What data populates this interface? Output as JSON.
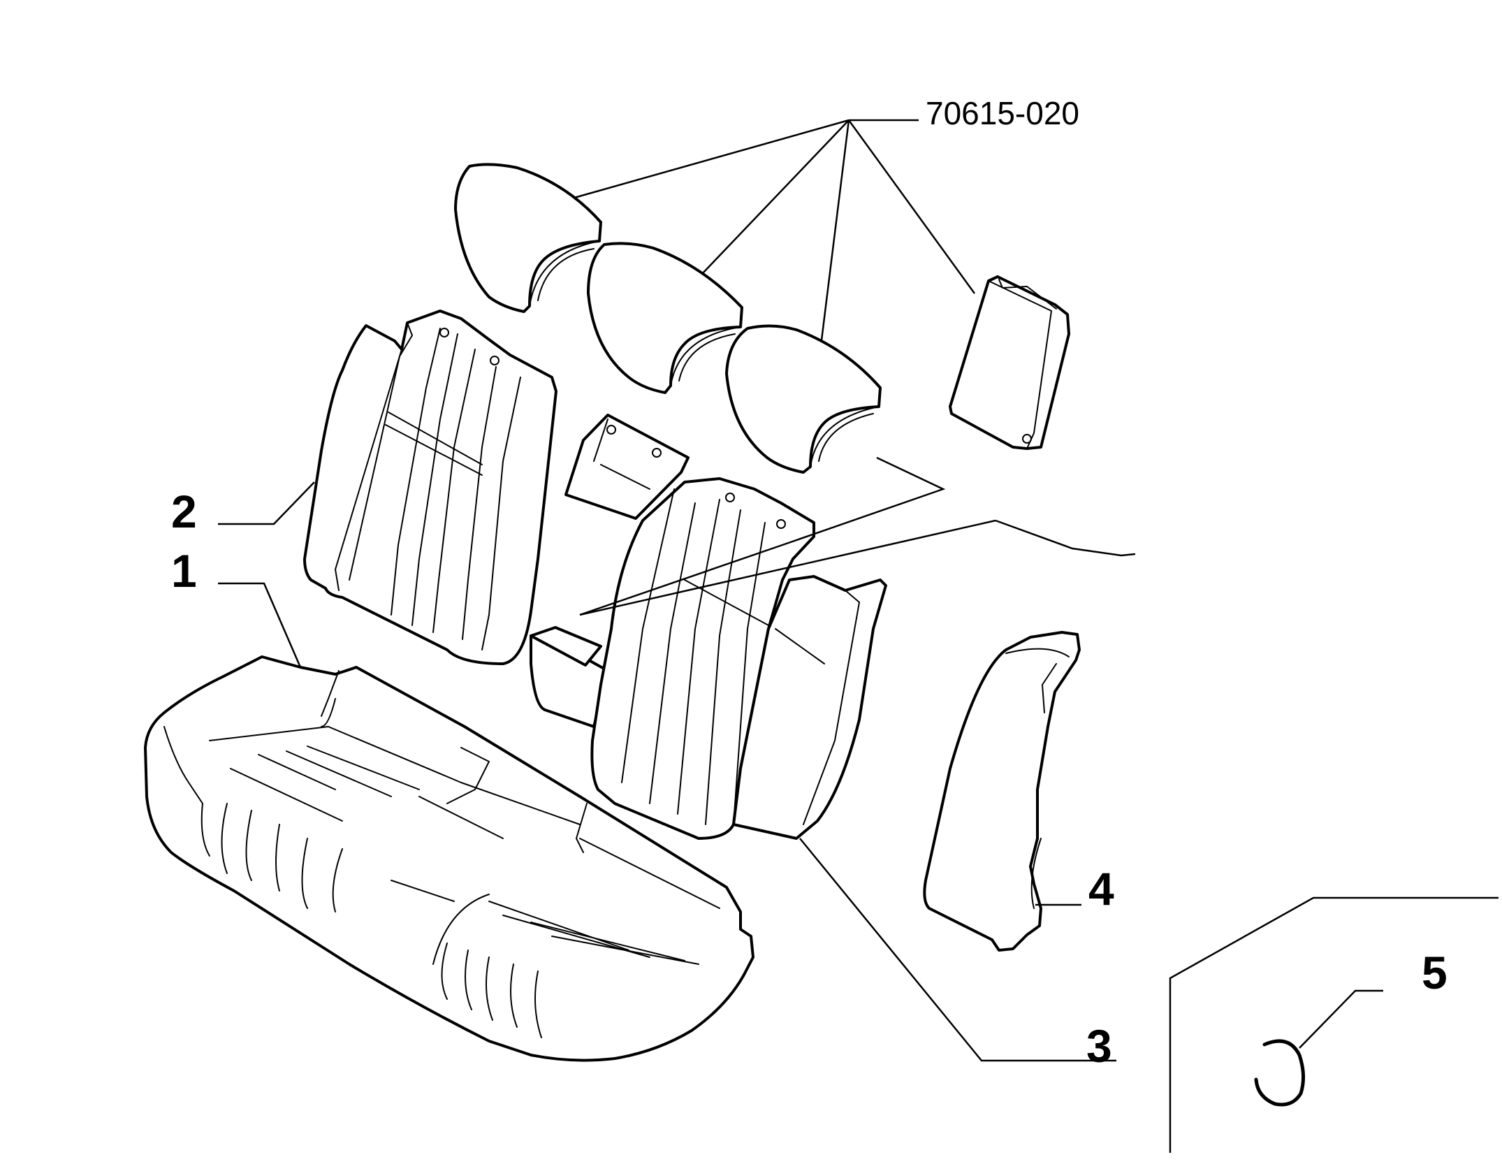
{
  "diagram": {
    "reference_code": "70615-020",
    "callouts": [
      {
        "number": "1",
        "part": "seat-cushion"
      },
      {
        "number": "2",
        "part": "backrest-left"
      },
      {
        "number": "3",
        "part": "backrest-right"
      },
      {
        "number": "4",
        "part": "side-bolster"
      },
      {
        "number": "5",
        "part": "hog-ring-clip"
      }
    ]
  }
}
